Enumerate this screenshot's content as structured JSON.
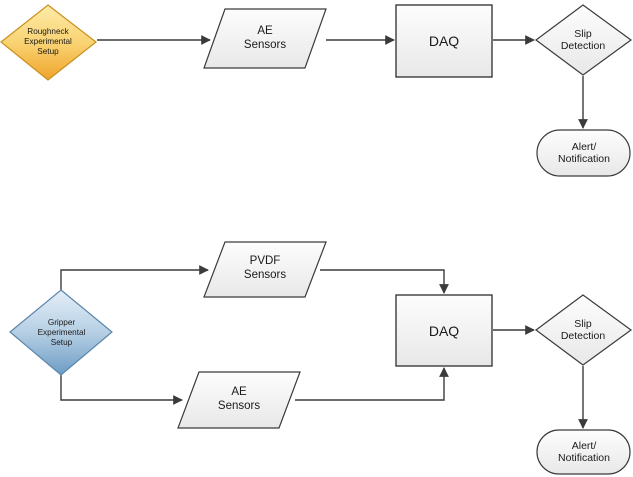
{
  "diagram": {
    "title": "Slip detection experimental setup flowcharts",
    "background_color": "#ffffff",
    "stroke_color": "#3b3b3b",
    "text_color": "#1a1a1a",
    "palette": {
      "orange_top": "#FDEBA9",
      "orange_bottom": "#EFA32A",
      "orange_border": "#C8901E",
      "blue_top": "#DDE9F5",
      "blue_bottom": "#6C9CC4",
      "blue_border": "#5A86AC",
      "gray_top": "#FCFCFC",
      "gray_bottom": "#E9E9E9",
      "gray_border": "#3b3b3b"
    }
  },
  "flows": [
    {
      "id": "roughneck-flow",
      "nodes": [
        {
          "id": "roughneck-setup",
          "shape": "diamond",
          "label": "Roughneck\nExperimental\nSetup",
          "fill": "orange"
        },
        {
          "id": "ae-sensors-top",
          "shape": "parallelogram",
          "label": "AE\nSensors",
          "fill": "gray"
        },
        {
          "id": "daq-top",
          "shape": "rectangle",
          "label": "DAQ",
          "fill": "gray"
        },
        {
          "id": "slip-detection-top",
          "shape": "diamond",
          "label": "Slip\nDetection",
          "fill": "gray"
        },
        {
          "id": "alert-top",
          "shape": "rounded",
          "label": "Alert/\nNotification",
          "fill": "gray"
        }
      ],
      "edges": [
        {
          "from": "roughneck-setup",
          "to": "ae-sensors-top"
        },
        {
          "from": "ae-sensors-top",
          "to": "daq-top"
        },
        {
          "from": "daq-top",
          "to": "slip-detection-top"
        },
        {
          "from": "slip-detection-top",
          "to": "alert-top"
        }
      ]
    },
    {
      "id": "gripper-flow",
      "nodes": [
        {
          "id": "gripper-setup",
          "shape": "diamond",
          "label": "Gripper\nExperimental\nSetup",
          "fill": "blue"
        },
        {
          "id": "pvdf-sensors",
          "shape": "parallelogram",
          "label": "PVDF\nSensors",
          "fill": "gray"
        },
        {
          "id": "ae-sensors-bottom",
          "shape": "parallelogram",
          "label": "AE\nSensors",
          "fill": "gray"
        },
        {
          "id": "daq-bottom",
          "shape": "rectangle",
          "label": "DAQ",
          "fill": "gray"
        },
        {
          "id": "slip-detection-bottom",
          "shape": "diamond",
          "label": "Slip\nDetection",
          "fill": "gray"
        },
        {
          "id": "alert-bottom",
          "shape": "rounded",
          "label": "Alert/\nNotification",
          "fill": "gray"
        }
      ],
      "edges": [
        {
          "from": "gripper-setup",
          "to": "pvdf-sensors"
        },
        {
          "from": "gripper-setup",
          "to": "ae-sensors-bottom"
        },
        {
          "from": "pvdf-sensors",
          "to": "daq-bottom"
        },
        {
          "from": "ae-sensors-bottom",
          "to": "daq-bottom"
        },
        {
          "from": "daq-bottom",
          "to": "slip-detection-bottom"
        },
        {
          "from": "slip-detection-bottom",
          "to": "alert-bottom"
        }
      ]
    }
  ],
  "labels": {
    "roughneck_setup": "Roughneck\nExperimental\nSetup",
    "ae_sensors_top": "AE\nSensors",
    "daq_top": "DAQ",
    "slip_detection_top": "Slip\nDetection",
    "alert_top": "Alert/\nNotification",
    "gripper_setup": "Gripper\nExperimental\nSetup",
    "pvdf_sensors": "PVDF\nSensors",
    "ae_sensors_bottom": "AE\nSensors",
    "daq_bottom": "DAQ",
    "slip_detection_bottom": "Slip\nDetection",
    "alert_bottom": "Alert/\nNotification"
  }
}
